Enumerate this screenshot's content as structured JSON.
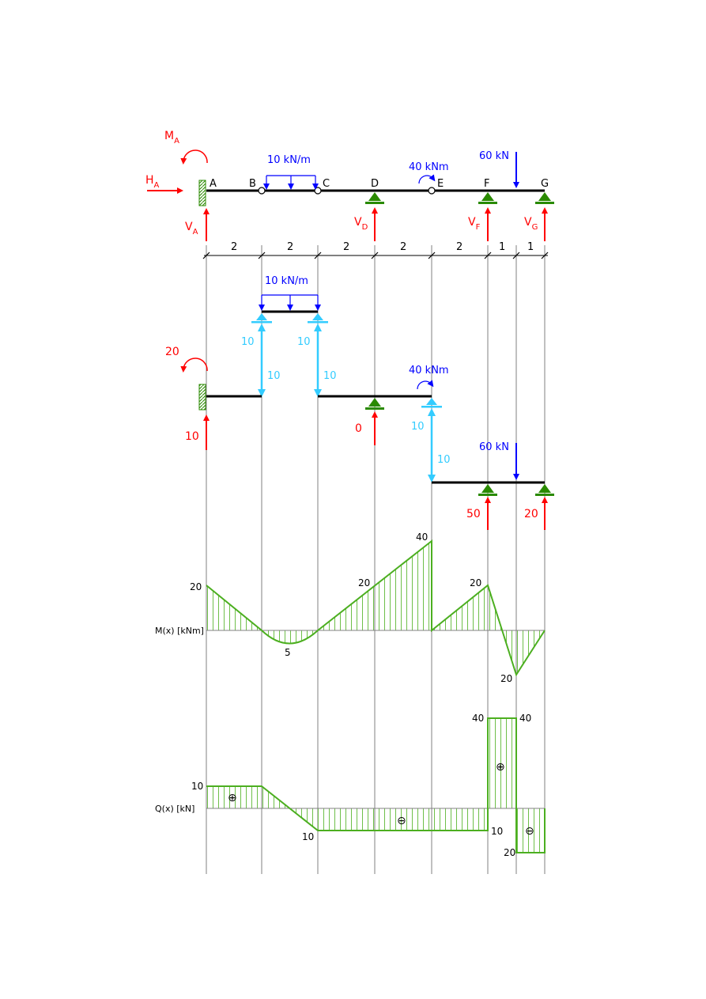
{
  "colors": {
    "beam": "#000000",
    "reaction": "#ff0000",
    "load": "#0000ff",
    "inner_force": "#33ccff",
    "support": "#2a8a00",
    "diagram_line": "#4caf20",
    "hatch": "#7fc45a",
    "axis": "#808080"
  },
  "beam": {
    "node_labels": [
      "A",
      "B",
      "C",
      "D",
      "E",
      "F",
      "G"
    ],
    "segment_lengths": [
      "2",
      "2",
      "2",
      "2",
      "2",
      "1",
      "1"
    ],
    "distributed_load_label": "10 kN/m",
    "moment_label": "40 kNm",
    "point_load_label": "60 kN",
    "reactions": {
      "MA_main": "M",
      "MA_sub": "A",
      "HA_main": "H",
      "HA_sub": "A",
      "VA_main": "V",
      "VA_sub": "A",
      "VD_main": "V",
      "VD_sub": "D",
      "VF_main": "V",
      "VF_sub": "F",
      "VG_main": "V",
      "VG_sub": "G"
    }
  },
  "decomposition": {
    "distributed_load_label": "10 kN/m",
    "moment_label": "40 kNm",
    "point_load_label": "60 kN",
    "moment_A_value": "20",
    "reaction_A_value": "10",
    "reaction_D_value": "0",
    "reaction_F_value": "50",
    "reaction_G_value": "20",
    "hinge_B_up_value": "10",
    "hinge_C_up_value": "10",
    "hinge_B_down_value": "10",
    "hinge_C_down_value": "10",
    "hinge_E_up_value": "10",
    "hinge_E_down_value": "10"
  },
  "moment_diagram": {
    "axis_label": "M(x) [kNm]",
    "labels": {
      "A": "20",
      "mid_BC": "5",
      "D": "20",
      "E": "40",
      "F": "20",
      "P": "20"
    }
  },
  "shear_diagram": {
    "axis_label": "Q(x) [kN]",
    "labels": {
      "AB": "10",
      "C": "10",
      "F_left": "10",
      "F_right": "40",
      "P_left": "40",
      "G": "20"
    },
    "signs": {
      "AB": "⊕",
      "CF": "⊖",
      "FP": "⊕",
      "PG": "⊖"
    }
  }
}
